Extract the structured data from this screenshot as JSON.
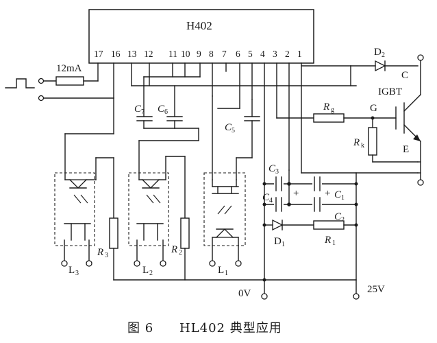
{
  "chip": {
    "name": "H402",
    "pins": [
      "17",
      "16",
      "13",
      "12",
      "11",
      "10",
      "9",
      "8",
      "7",
      "6",
      "5",
      "4",
      "3",
      "2",
      "1"
    ]
  },
  "input": {
    "current_label": "12mA"
  },
  "igbt": {
    "label": "IGBT",
    "collector": "C",
    "gate": "G",
    "emitter": "E"
  },
  "components": {
    "D2": {
      "main": "D",
      "sub": "2"
    },
    "D1": {
      "main": "D",
      "sub": "1"
    },
    "Rg": {
      "main": "R",
      "sub": "g"
    },
    "Rk": {
      "main": "R",
      "sub": "k"
    },
    "C7": {
      "main": "C",
      "sub": "7"
    },
    "C6": {
      "main": "C",
      "sub": "6"
    },
    "C5": {
      "main": "C",
      "sub": "5"
    },
    "C3": {
      "main": "C",
      "sub": "3"
    },
    "C4": {
      "main": "C",
      "sub": "4"
    },
    "C1": {
      "main": "C",
      "sub": "1"
    },
    "C2": {
      "main": "C",
      "sub": "2"
    },
    "R1": {
      "main": "R",
      "sub": "1"
    },
    "R2": {
      "main": "R",
      "sub": "2"
    },
    "R3": {
      "main": "R",
      "sub": "3"
    },
    "L1": {
      "main": "L",
      "sub": "1"
    },
    "L2": {
      "main": "L",
      "sub": "2"
    },
    "L3": {
      "main": "L",
      "sub": "3"
    }
  },
  "plus_signs": [
    "+",
    "+"
  ],
  "rails": {
    "zero": "0V",
    "supply": "25V"
  },
  "caption": {
    "fig": "图 6",
    "title": "HL402 典型应用"
  }
}
